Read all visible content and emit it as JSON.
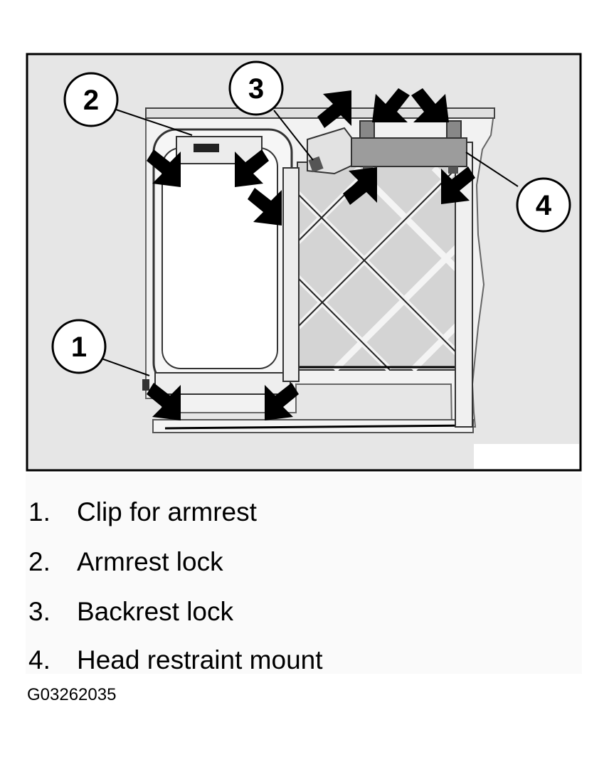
{
  "diagram": {
    "callouts": [
      {
        "number": "1"
      },
      {
        "number": "2"
      },
      {
        "number": "3"
      },
      {
        "number": "4"
      }
    ]
  },
  "legend": {
    "items": [
      {
        "number": "1.",
        "text": "Clip for armrest"
      },
      {
        "number": "2.",
        "text": "Armrest lock"
      },
      {
        "number": "3.",
        "text": "Backrest lock"
      },
      {
        "number": "4.",
        "text": "Head restraint mount"
      }
    ]
  },
  "figure_id": "G03262035",
  "colors": {
    "panel_background": "#e6e6e6",
    "frame": "#f2f2f2",
    "mesh_fill": "#d4d4d4",
    "arrow": "#000000",
    "border": "#000000"
  }
}
